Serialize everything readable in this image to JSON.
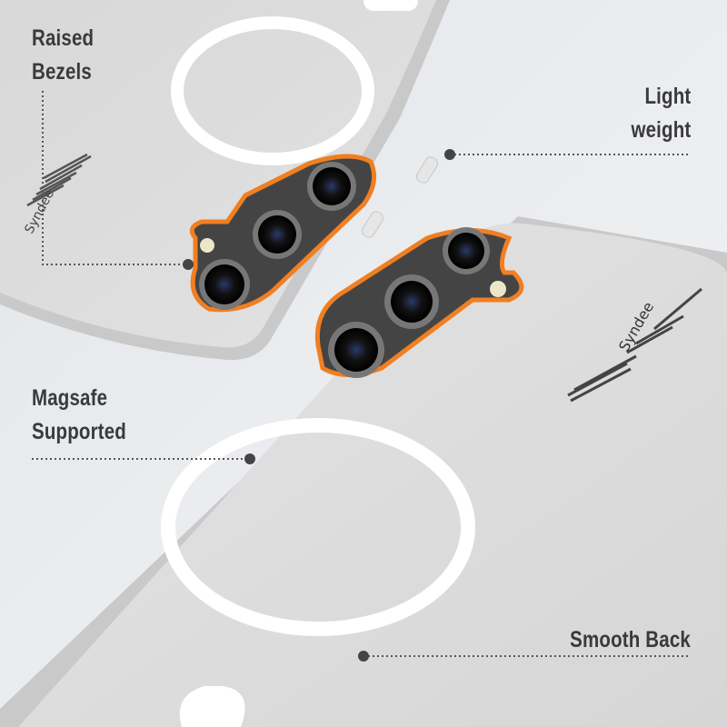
{
  "brand": "Syndee",
  "features": [
    {
      "line1": "Raised",
      "line2": "Bezels"
    },
    {
      "line1": "Light",
      "line2": "weight"
    },
    {
      "line1": "Magsafe",
      "line2": "Supported"
    },
    {
      "line1": "Smooth Back"
    }
  ],
  "colors": {
    "background": "#e9ecef",
    "case": "#dcdcdc",
    "accent": "#f07f22",
    "text": "#3a3a3a"
  }
}
